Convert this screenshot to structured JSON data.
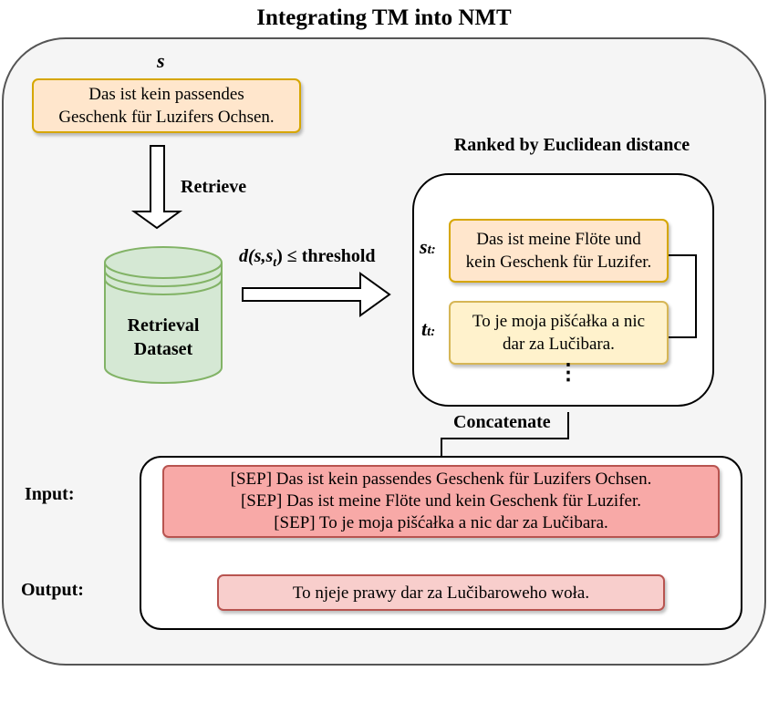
{
  "title": "Integrating TM into NMT",
  "source": {
    "label": "s",
    "text_line1": "Das ist kein passendes",
    "text_line2": "Geschenk für Luzifers Ochsen."
  },
  "retrieve_label": "Retrieve",
  "database": {
    "line1": "Retrieval",
    "line2": "Dataset"
  },
  "threshold": {
    "prefix": "d(s,s",
    "sub": "t",
    "suffix": ") ≤ threshold"
  },
  "ranked_label": "Ranked by Euclidean distance",
  "tm": {
    "source_label": "s",
    "source_sub": "t:",
    "source_line1": "Das ist meine Flöte und",
    "source_line2": "kein Geschenk für Luzifer.",
    "target_label": "t",
    "target_sub": "t:",
    "target_line1": "To je moja pišćałka a nic",
    "target_line2": "dar za Lučibara.",
    "more": "⋮"
  },
  "concatenate_label": "Concatenate",
  "io": {
    "input_label": "Input:",
    "output_label": "Output:",
    "input_lines": [
      "[SEP] Das ist kein passendes Geschenk für Luzifers Ochsen.",
      "[SEP] Das ist meine Flöte und kein Geschenk für Luzifer.",
      "[SEP] To je moja pišćałka a nic dar za Lučibara."
    ],
    "output_text": "To njeje prawy dar za Lučibaroweho woła."
  },
  "colors": {
    "panel_bg": "#f5f5f5",
    "source_fill": "#ffe6cc",
    "target_fill": "#fff2cc",
    "db_fill": "#d5e8d4",
    "db_stroke": "#82b366",
    "input_fill": "#f8a9a7",
    "output_fill": "#f8cecc"
  }
}
